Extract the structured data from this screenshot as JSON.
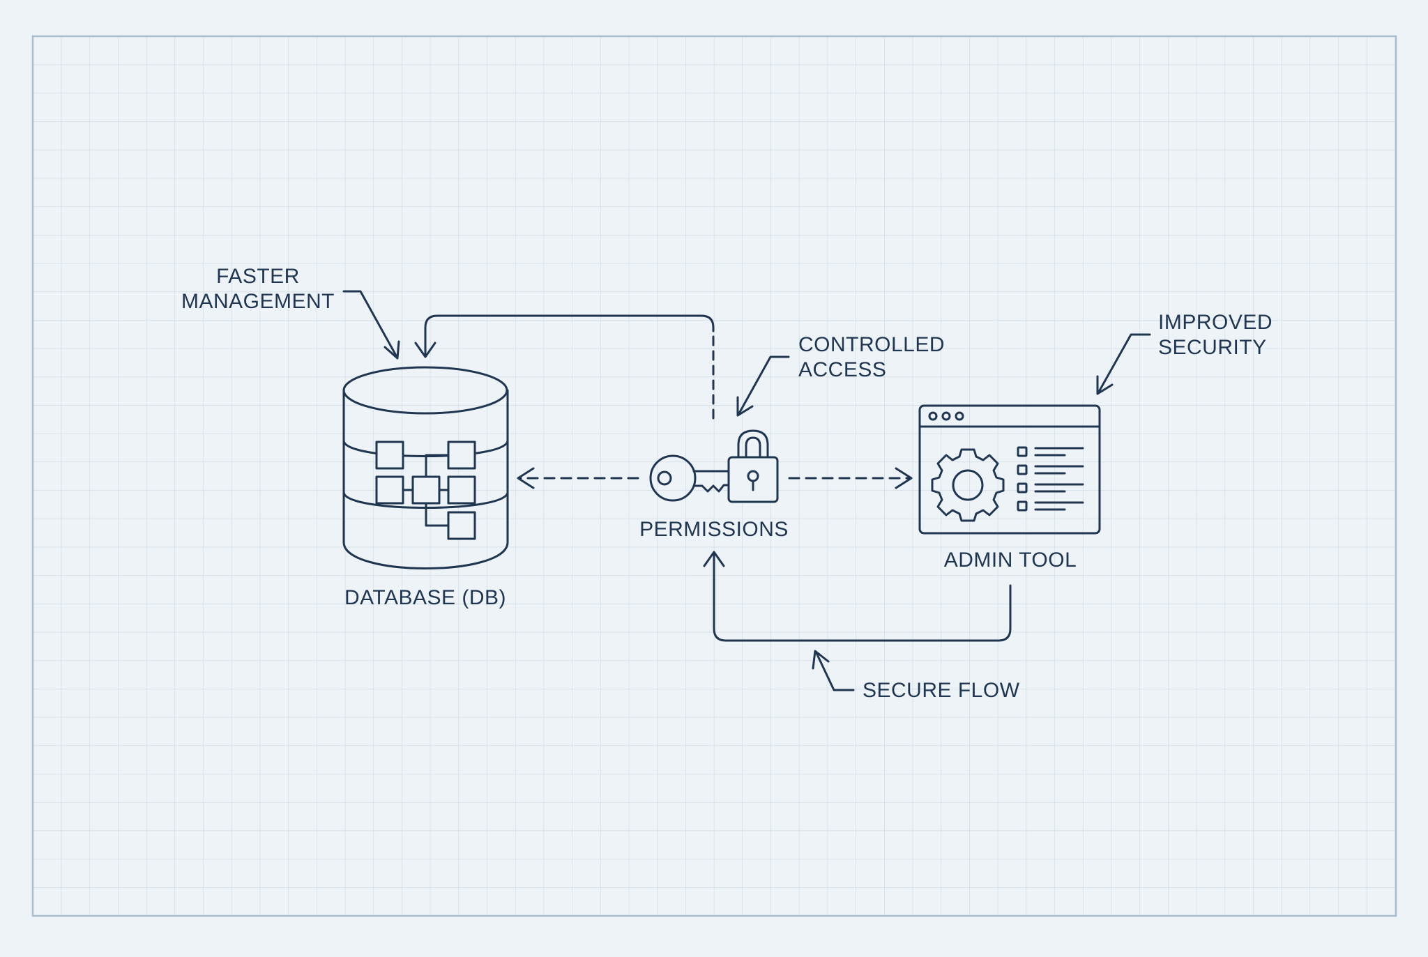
{
  "colors": {
    "background": "#eef3f7",
    "grid": "#cbd7e3",
    "frame": "#aabdd0",
    "ink": "#1f3550"
  },
  "nodes": {
    "database": {
      "label": "DATABASE (DB)",
      "icon": "database-icon"
    },
    "permissions": {
      "label": "PERMISSIONS",
      "icon": "key-lock-icon"
    },
    "admin_tool": {
      "label": "ADMIN TOOL",
      "icon": "admin-window-icon"
    }
  },
  "annotations": {
    "faster_management": [
      "FASTER",
      "MANAGEMENT"
    ],
    "controlled_access": [
      "CONTROLLED",
      "ACCESS"
    ],
    "improved_security": [
      "IMPROVED",
      "SECURITY"
    ],
    "secure_flow": "SECURE FLOW"
  }
}
